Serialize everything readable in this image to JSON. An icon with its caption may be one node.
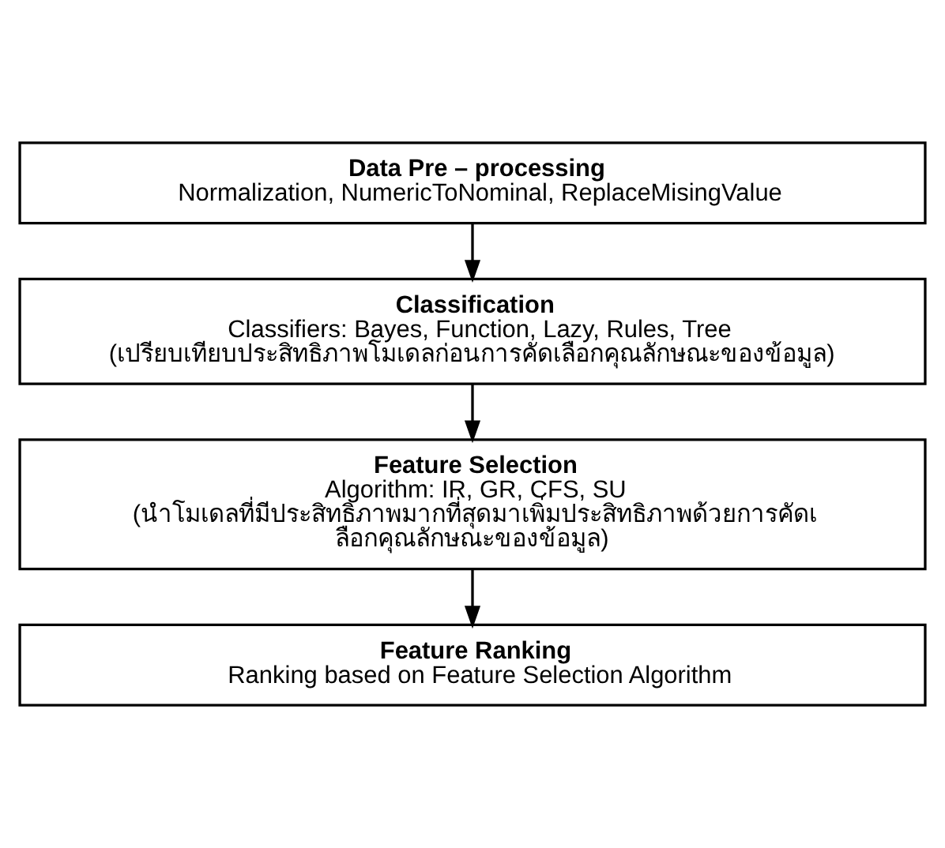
{
  "diagram": {
    "nodes": [
      {
        "text": [
          "Data Pre – processing",
          "Normalization, NumericToNominal, ReplaceMisingValue"
        ]
      },
      {
        "text": [
          "Classification",
          "Classifiers: Bayes, Function, Lazy, Rules, Tree",
          "(เปรียบเทียบประสิทธิภาพโมเดลก่อนการคัดเลือกคุณลักษณะของข้อมูล)"
        ]
      },
      {
        "text": [
          "Feature Selection",
          "Algorithm: IR, GR, CFS, SU",
          "(นำโมเดลที่มีประสิทธิภาพมากที่สุดมาเพิ่มประสิทธิภาพด้วยการคัดเลือกคุณลักษณะของข้อมูล)"
        ]
      },
      {
        "text": [
          "Feature Ranking",
          "Ranking based on Feature Selection Algorithm"
        ]
      }
    ],
    "edges": [
      {
        "from": 0,
        "to": 1,
        "arrow": "to"
      },
      {
        "from": 1,
        "to": 2,
        "arrow": "to"
      },
      {
        "from": 2,
        "to": 3,
        "arrow": "to"
      }
    ]
  }
}
